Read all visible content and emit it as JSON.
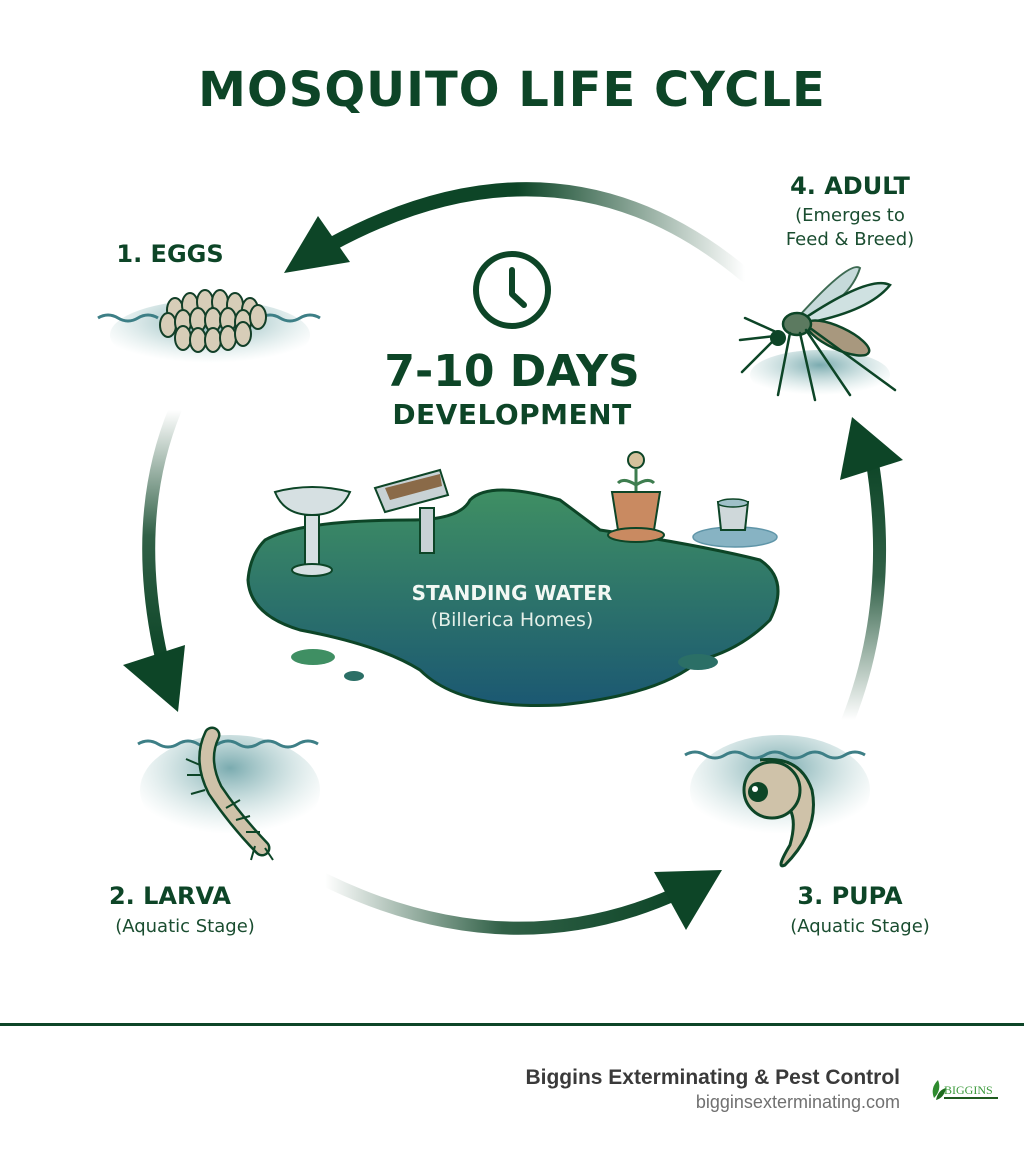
{
  "title": "MOSQUITO LIFE CYCLE",
  "center": {
    "icon": "clock-icon",
    "duration": "7-10 DAYS",
    "duration_label": "DEVELOPMENT"
  },
  "standing_water": {
    "title": "STANDING WATER",
    "subtitle": "(Billerica Homes)",
    "items": [
      "bird-bath",
      "clogged-gutter",
      "flower-pot-saucer",
      "bucket-puddle"
    ]
  },
  "stages": [
    {
      "label": "1. EGGS",
      "subtitle": "",
      "icon": "eggs-raft-icon"
    },
    {
      "label": "2. LARVA",
      "subtitle": "(Aquatic Stage)",
      "icon": "larva-icon"
    },
    {
      "label": "3. PUPA",
      "subtitle": "(Aquatic Stage)",
      "icon": "pupa-icon"
    },
    {
      "label": "4. ADULT",
      "subtitle_line1": "(Emerges to",
      "subtitle_line2": "Feed & Breed)",
      "icon": "mosquito-icon"
    }
  ],
  "arrows": [
    "adult-to-eggs",
    "eggs-to-larva",
    "larva-to-pupa",
    "pupa-to-adult"
  ],
  "colors": {
    "primary": "#0d4527",
    "water_dark": "#1b5a4c",
    "water_light": "#3e8e68",
    "bug_body": "#c9bba4"
  },
  "footer": {
    "company": "Biggins Exterminating & Pest Control",
    "url": "bigginsexterminating.com",
    "logo_text": "BIGGINS"
  }
}
